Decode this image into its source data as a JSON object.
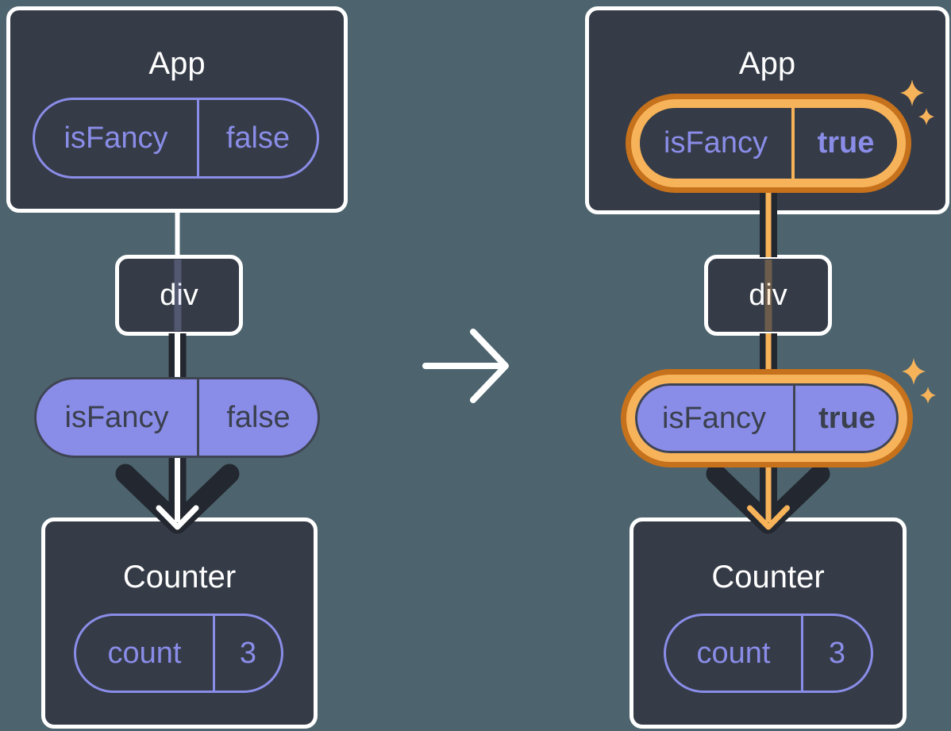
{
  "colors": {
    "background": "#4D646E",
    "card_fill": "#353B47",
    "card_border": "#FFFFFF",
    "purple": "#8A8DE8",
    "dark_line": "#23272F",
    "dark_text": "#3A404E",
    "orange_outer": "#C6711C",
    "orange_inner": "#F7B35A",
    "white": "#FFFFFF"
  },
  "transition": {
    "icon": "right-arrow"
  },
  "before": {
    "app": {
      "title": "App",
      "prop": {
        "name": "isFancy",
        "value": "false"
      }
    },
    "div_node": {
      "label": "div"
    },
    "passed_prop": {
      "name": "isFancy",
      "value": "false"
    },
    "counter": {
      "title": "Counter",
      "state": {
        "name": "count",
        "value": "3"
      }
    }
  },
  "after": {
    "app": {
      "title": "App",
      "prop": {
        "name": "isFancy",
        "value": "true"
      }
    },
    "div_node": {
      "label": "div"
    },
    "passed_prop": {
      "name": "isFancy",
      "value": "true"
    },
    "counter": {
      "title": "Counter",
      "state": {
        "name": "count",
        "value": "3"
      }
    }
  }
}
